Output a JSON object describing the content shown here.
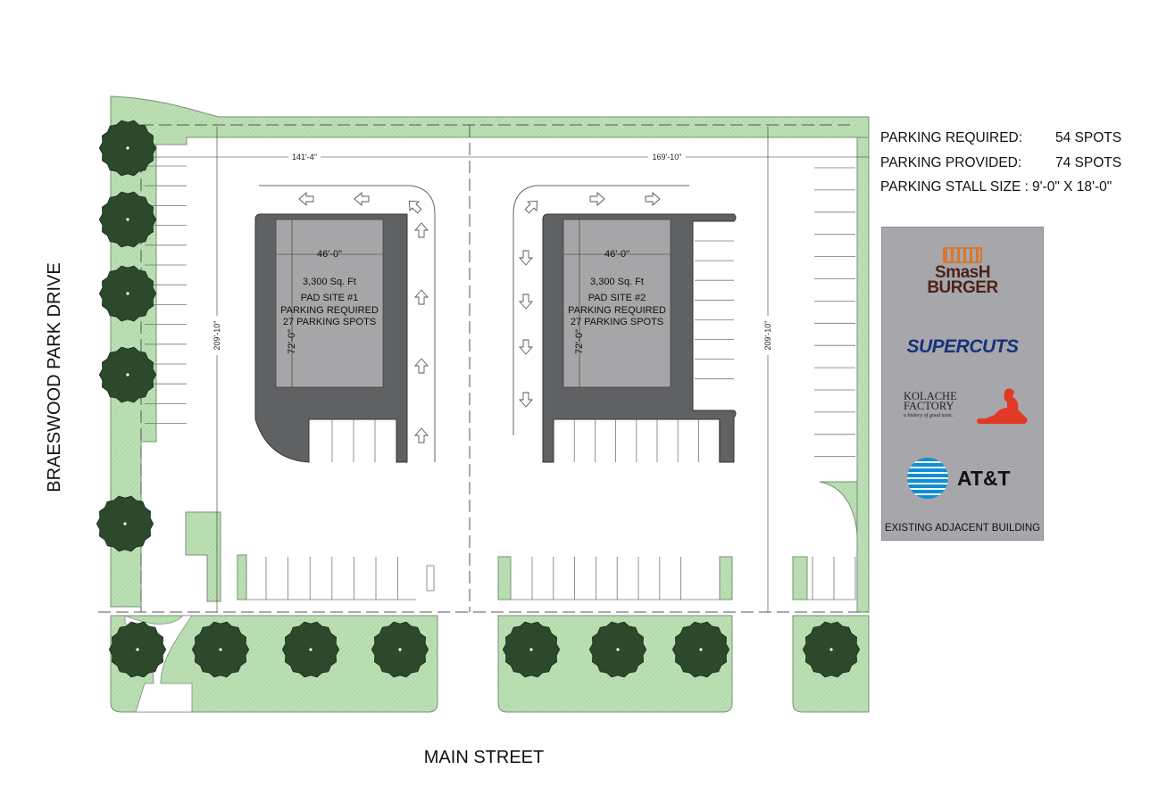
{
  "streets": {
    "left": "BRAESWOOD PARK DRIVE",
    "bottom": "MAIN STREET"
  },
  "dimensions": {
    "top_left": "141'-4\"",
    "top_right": "169'-10\"",
    "height_left": "209'-10\"",
    "height_right": "209'-10\""
  },
  "pads": [
    {
      "width": "46'-0\"",
      "depth": "72'-0\"",
      "area": "3,300 Sq. Ft",
      "name": "PAD SITE #1",
      "req_line1": "PARKING REQUIRED",
      "req_line2": "27 PARKING SPOTS"
    },
    {
      "width": "46'-0\"",
      "depth": "72'-0\"",
      "area": "3,300 Sq. Ft",
      "name": "PAD SITE #2",
      "req_line1": "PARKING REQUIRED",
      "req_line2": "27 PARKING SPOTS"
    }
  ],
  "parking": {
    "required_label": "PARKING REQUIRED:",
    "required_value": "54 SPOTS",
    "provided_label": "PARKING PROVIDED:",
    "provided_value": "74 SPOTS",
    "stall_label": "PARKING STALL SIZE :",
    "stall_value": "9'-0\" X 18'-0\""
  },
  "tenants": {
    "smash_line1": "SmasH",
    "smash_line2": "BURGER",
    "supercuts": "SUPERCUTS",
    "kolache_line1": "KOLACHE",
    "kolache_line2": "FACTORY",
    "kolache_tagline": "a history of good taste.",
    "att": "AT&T",
    "caption": "EXISTING ADJACENT BUILDING"
  },
  "colors": {
    "landscape": "#b9dfb2",
    "landscape_edge": "#7a8f78",
    "tree": "#2c4a2b",
    "building_dark": "#5f6163",
    "building_light": "#a6a6a8",
    "panel": "#a7a6aa"
  }
}
